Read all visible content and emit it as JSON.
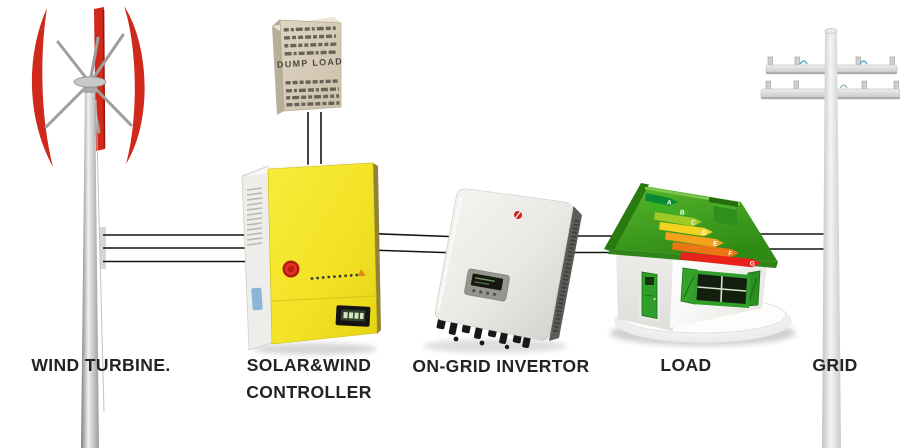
{
  "labels": {
    "wind_turbine": "WIND TURBINE.",
    "dump_load": "DUMP LOAD",
    "controller_line1": "SOLAR&WIND",
    "controller_line2": "CONTROLLER",
    "inverter": "ON-GRID INVERTOR",
    "load": "LOAD",
    "grid": "GRID"
  },
  "energy_ratings": [
    {
      "letter": "A",
      "color": "#0c8a33"
    },
    {
      "letter": "B",
      "color": "#3fae22"
    },
    {
      "letter": "C",
      "color": "#9ccc25"
    },
    {
      "letter": "D",
      "color": "#f2d321"
    },
    {
      "letter": "E",
      "color": "#f5a31c"
    },
    {
      "letter": "F",
      "color": "#ee7514"
    },
    {
      "letter": "G",
      "color": "#e8221a"
    }
  ],
  "colors": {
    "wire": "#141414",
    "turbine_blade": "#d0291c",
    "controller_body": "#f2e224",
    "dump_load_box": "#d8cdb9",
    "roof_green": "#3f9e1f",
    "pole_gray": "#d9d9d7",
    "emergency_button": "#d42a1a"
  }
}
